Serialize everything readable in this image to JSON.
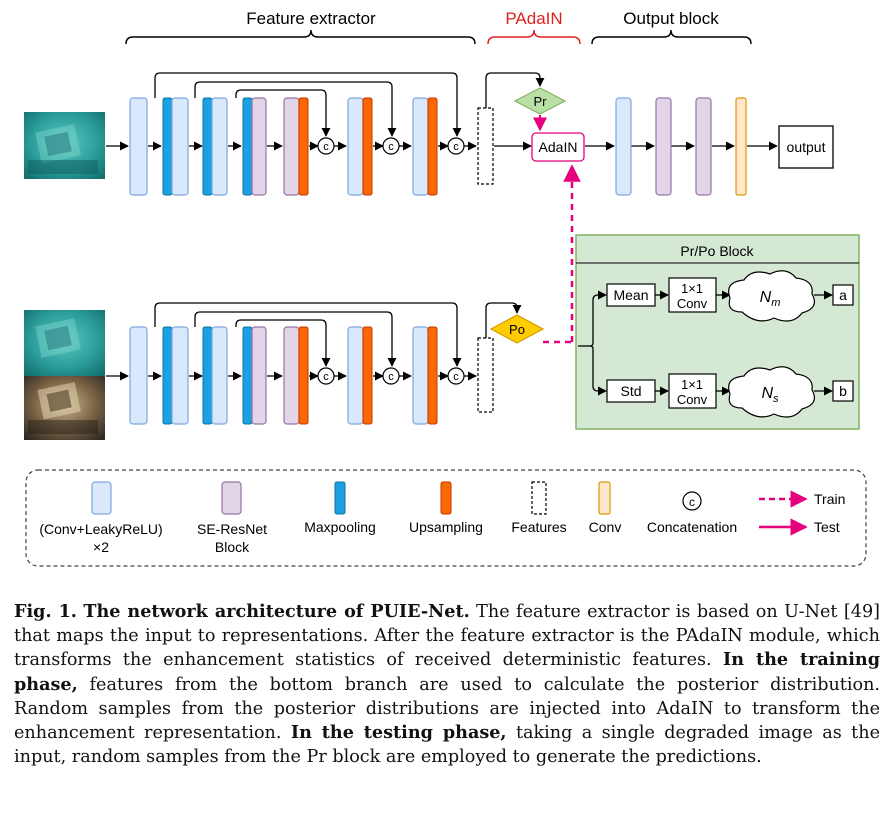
{
  "diagram": {
    "feature_extractor_label": "Feature extractor",
    "padain_label": "PAdaIN",
    "output_block_label": "Output block",
    "pr_label": "Pr",
    "po_label": "Po",
    "adain_label": "AdaIN",
    "output_label": "output",
    "concat_symbol": "c",
    "prpo_title": "Pr/Po Block",
    "mean_label": "Mean",
    "std_label": "Std",
    "conv_line1": "1×1",
    "conv_line2": "Conv",
    "dist_m_base": "N",
    "dist_m_sub": "m",
    "dist_s_base": "N",
    "dist_s_sub": "s",
    "out_a": "a",
    "out_b": "b"
  },
  "legend": {
    "conv_leaky_line1": "(Conv+LeakyReLU)",
    "conv_leaky_line2": "×2",
    "seresnet_line1": "SE-ResNet",
    "seresnet_line2": "Block",
    "maxpooling": "Maxpooling",
    "upsampling": "Upsampling",
    "features": "Features",
    "conv": "Conv",
    "concatenation": "Concatenation",
    "train": "Train",
    "test": "Test"
  },
  "colors": {
    "conv_leaky": "#dae8fc",
    "conv_leaky_border": "#7ea6e0",
    "seresnet": "#e1d5e7",
    "seresnet_border": "#9673a6",
    "maxpooling": "#1ba1e2",
    "upsampling": "#fa6800",
    "conv": "#ffe6cc",
    "conv_border": "#d79b00",
    "pr": "#b9e0a5",
    "po": "#ffcc00",
    "prpo_bg": "#d5e8d4",
    "prpo_border": "#82b366",
    "accent": "#e6007e",
    "padain_text": "#e02020"
  },
  "caption": {
    "fig_label": "Fig. 1.",
    "title": "The network architecture of PUIE-Net.",
    "text1": " The feature extractor is based on U-Net [49] that maps the input to representations. After the feature extractor is the PAdaIN module, which transforms the enhancement statistics of received deterministic features. ",
    "bold2": "In the training phase,",
    "text2": " features from the bottom branch are used to calculate the posterior distribution. Random samples from the posterior distributions are injected into AdaIN to transform the enhancement representation. ",
    "bold3": "In the testing phase,",
    "text3": " taking a single degraded image as the input, random samples from the Pr block are employed to generate the predictions."
  }
}
